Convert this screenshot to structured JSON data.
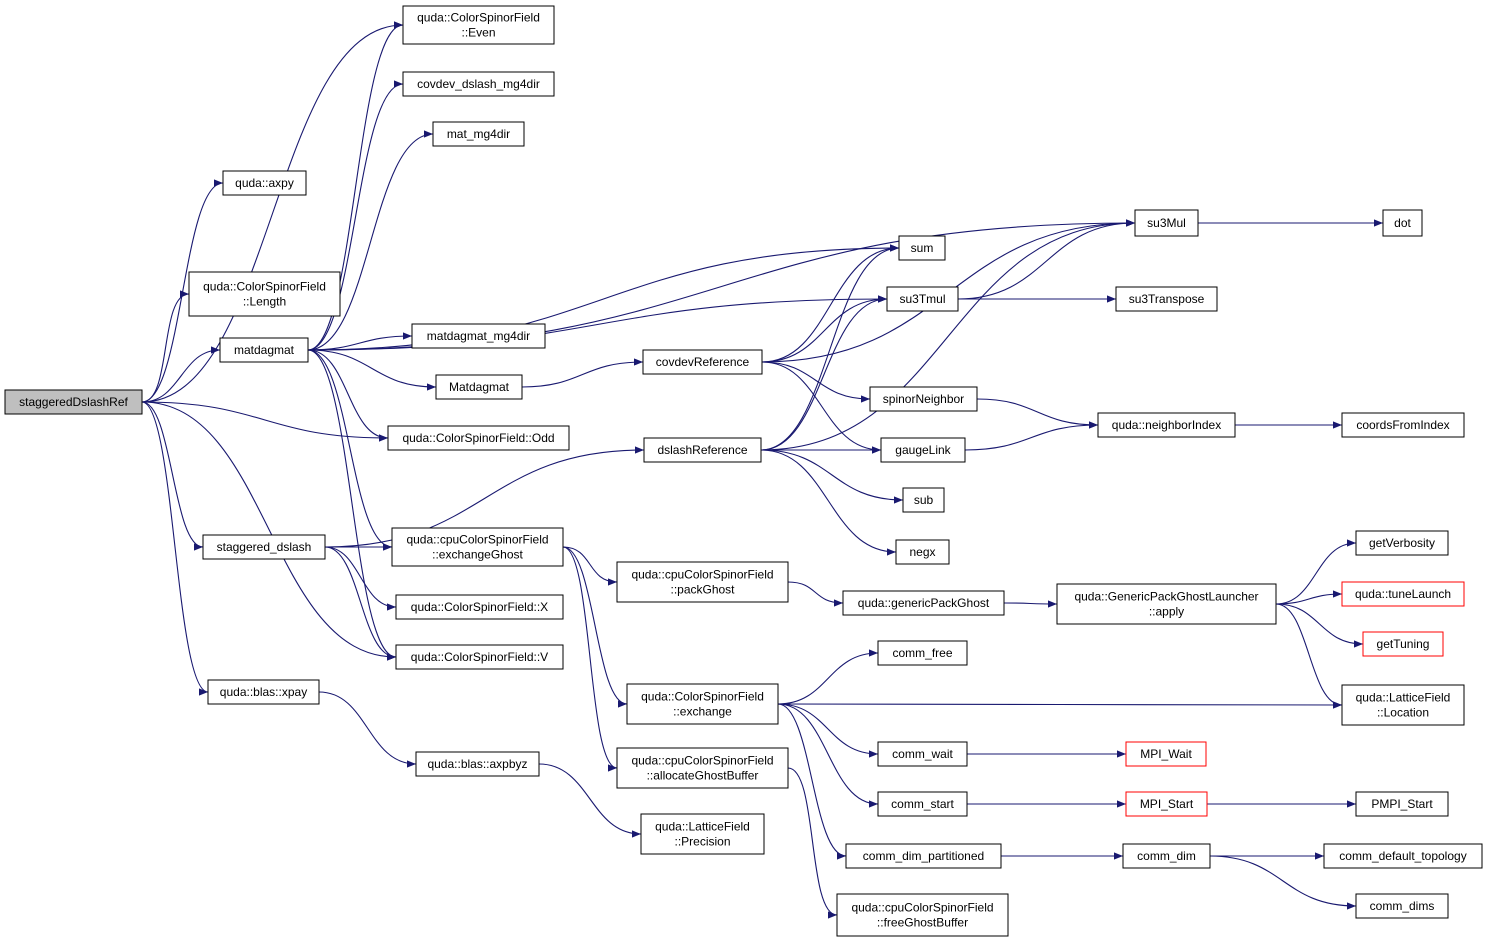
{
  "graph": {
    "root": "staggeredDslashRef",
    "nodes": {
      "staggeredDslashRef": [
        "staggeredDslashRef"
      ],
      "ColorSpinorField_Even": [
        "quda::ColorSpinorField",
        "::Even"
      ],
      "covdev_dslash_mg4dir": [
        "covdev_dslash_mg4dir"
      ],
      "mat_mg4dir": [
        "mat_mg4dir"
      ],
      "axpy": [
        "quda::axpy"
      ],
      "ColorSpinorField_Length": [
        "quda::ColorSpinorField",
        "::Length"
      ],
      "matdagmat": [
        "matdagmat"
      ],
      "matdagmat_mg4dir": [
        "matdagmat_mg4dir"
      ],
      "Matdagmat": [
        "Matdagmat"
      ],
      "ColorSpinorField_Odd": [
        "quda::ColorSpinorField::Odd"
      ],
      "staggered_dslash": [
        "staggered_dslash"
      ],
      "cpu_exchangeGhost": [
        "quda::cpuColorSpinorField",
        "::exchangeGhost"
      ],
      "ColorSpinorField_X": [
        "quda::ColorSpinorField::X"
      ],
      "ColorSpinorField_V": [
        "quda::ColorSpinorField::V"
      ],
      "blas_xpay": [
        "quda::blas::xpay"
      ],
      "blas_axpbyz": [
        "quda::blas::axpbyz"
      ],
      "LatticeField_Precision": [
        "quda::LatticeField",
        "::Precision"
      ],
      "cpu_packGhost": [
        "quda::cpuColorSpinorField",
        "::packGhost"
      ],
      "ColorSpinorField_exchange": [
        "quda::ColorSpinorField",
        "::exchange"
      ],
      "cpu_allocateGhostBuffer": [
        "quda::cpuColorSpinorField",
        "::allocateGhostBuffer"
      ],
      "cpu_freeGhostBuffer": [
        "quda::cpuColorSpinorField",
        "::freeGhostBuffer"
      ],
      "covdevReference": [
        "covdevReference"
      ],
      "dslashReference": [
        "dslashReference"
      ],
      "sum": [
        "sum"
      ],
      "su3Tmul": [
        "su3Tmul"
      ],
      "spinorNeighbor": [
        "spinorNeighbor"
      ],
      "gaugeLink": [
        "gaugeLink"
      ],
      "sub": [
        "sub"
      ],
      "negx": [
        "negx"
      ],
      "genericPackGhost": [
        "quda::genericPackGhost"
      ],
      "comm_free": [
        "comm_free"
      ],
      "comm_wait": [
        "comm_wait"
      ],
      "comm_start": [
        "comm_start"
      ],
      "comm_dim_partitioned": [
        "comm_dim_partitioned"
      ],
      "su3Mul": [
        "su3Mul"
      ],
      "su3Transpose": [
        "su3Transpose"
      ],
      "neighborIndex": [
        "quda::neighborIndex"
      ],
      "GenericPackGhostLauncher_apply": [
        "quda::GenericPackGhostLauncher",
        "::apply"
      ],
      "MPI_Wait": [
        "MPI_Wait"
      ],
      "MPI_Start": [
        "MPI_Start"
      ],
      "comm_dim": [
        "comm_dim"
      ],
      "dot": [
        "dot"
      ],
      "coordsFromIndex": [
        "coordsFromIndex"
      ],
      "getVerbosity": [
        "getVerbosity"
      ],
      "tuneLaunch": [
        "quda::tuneLaunch"
      ],
      "getTuning": [
        "getTuning"
      ],
      "LatticeField_Location": [
        "quda::LatticeField",
        "::Location"
      ],
      "PMPI_Start": [
        "PMPI_Start"
      ],
      "comm_default_topology": [
        "comm_default_topology"
      ],
      "comm_dims": [
        "comm_dims"
      ]
    },
    "truncated_nodes": [
      "tuneLaunch",
      "getTuning",
      "MPI_Wait",
      "MPI_Start"
    ],
    "edges": [
      [
        "staggeredDslashRef",
        "axpy"
      ],
      [
        "staggeredDslashRef",
        "ColorSpinorField_Even"
      ],
      [
        "staggeredDslashRef",
        "ColorSpinorField_Length"
      ],
      [
        "staggeredDslashRef",
        "matdagmat"
      ],
      [
        "staggeredDslashRef",
        "ColorSpinorField_Odd"
      ],
      [
        "staggeredDslashRef",
        "staggered_dslash"
      ],
      [
        "staggeredDslashRef",
        "ColorSpinorField_V"
      ],
      [
        "staggeredDslashRef",
        "blas_xpay"
      ],
      [
        "matdagmat",
        "ColorSpinorField_Even"
      ],
      [
        "matdagmat",
        "covdev_dslash_mg4dir"
      ],
      [
        "matdagmat",
        "mat_mg4dir"
      ],
      [
        "matdagmat",
        "su3Mul"
      ],
      [
        "matdagmat",
        "sum"
      ],
      [
        "matdagmat",
        "su3Tmul"
      ],
      [
        "matdagmat",
        "matdagmat_mg4dir"
      ],
      [
        "matdagmat",
        "Matdagmat"
      ],
      [
        "matdagmat",
        "ColorSpinorField_Odd"
      ],
      [
        "matdagmat",
        "cpu_exchangeGhost"
      ],
      [
        "matdagmat",
        "ColorSpinorField_V"
      ],
      [
        "Matdagmat",
        "covdevReference"
      ],
      [
        "staggered_dslash",
        "dslashReference"
      ],
      [
        "staggered_dslash",
        "cpu_exchangeGhost"
      ],
      [
        "staggered_dslash",
        "ColorSpinorField_X"
      ],
      [
        "staggered_dslash",
        "ColorSpinorField_V"
      ],
      [
        "blas_xpay",
        "blas_axpbyz"
      ],
      [
        "blas_axpbyz",
        "LatticeField_Precision"
      ],
      [
        "cpu_exchangeGhost",
        "cpu_packGhost"
      ],
      [
        "cpu_exchangeGhost",
        "ColorSpinorField_exchange"
      ],
      [
        "cpu_exchangeGhost",
        "cpu_allocateGhostBuffer"
      ],
      [
        "cpu_allocateGhostBuffer",
        "cpu_freeGhostBuffer"
      ],
      [
        "cpu_packGhost",
        "genericPackGhost"
      ],
      [
        "genericPackGhost",
        "GenericPackGhostLauncher_apply"
      ],
      [
        "GenericPackGhostLauncher_apply",
        "getVerbosity"
      ],
      [
        "GenericPackGhostLauncher_apply",
        "tuneLaunch"
      ],
      [
        "GenericPackGhostLauncher_apply",
        "getTuning"
      ],
      [
        "GenericPackGhostLauncher_apply",
        "LatticeField_Location"
      ],
      [
        "ColorSpinorField_exchange",
        "comm_free"
      ],
      [
        "ColorSpinorField_exchange",
        "LatticeField_Location"
      ],
      [
        "ColorSpinorField_exchange",
        "comm_wait"
      ],
      [
        "ColorSpinorField_exchange",
        "comm_start"
      ],
      [
        "ColorSpinorField_exchange",
        "comm_dim_partitioned"
      ],
      [
        "comm_wait",
        "MPI_Wait"
      ],
      [
        "comm_start",
        "MPI_Start"
      ],
      [
        "MPI_Start",
        "PMPI_Start"
      ],
      [
        "comm_dim_partitioned",
        "comm_dim"
      ],
      [
        "comm_dim",
        "comm_default_topology"
      ],
      [
        "comm_dim",
        "comm_dims"
      ],
      [
        "covdevReference",
        "su3Mul"
      ],
      [
        "covdevReference",
        "sum"
      ],
      [
        "covdevReference",
        "su3Tmul"
      ],
      [
        "covdevReference",
        "spinorNeighbor"
      ],
      [
        "covdevReference",
        "gaugeLink"
      ],
      [
        "dslashReference",
        "su3Mul"
      ],
      [
        "dslashReference",
        "sum"
      ],
      [
        "dslashReference",
        "su3Tmul"
      ],
      [
        "dslashReference",
        "gaugeLink"
      ],
      [
        "dslashReference",
        "sub"
      ],
      [
        "dslashReference",
        "negx"
      ],
      [
        "su3Tmul",
        "su3Mul"
      ],
      [
        "su3Tmul",
        "su3Transpose"
      ],
      [
        "su3Mul",
        "dot"
      ],
      [
        "spinorNeighbor",
        "neighborIndex"
      ],
      [
        "gaugeLink",
        "neighborIndex"
      ],
      [
        "neighborIndex",
        "coordsFromIndex"
      ]
    ]
  },
  "colors": {
    "edge": "#191970",
    "root_fill": "#bfbfbf",
    "truncated_border": "#ff0000",
    "node_border": "#000000"
  }
}
